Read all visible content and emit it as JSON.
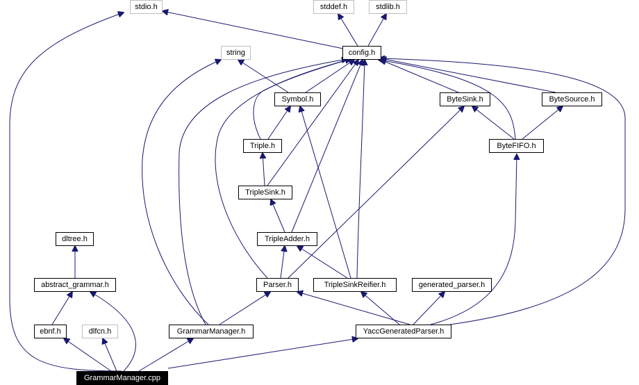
{
  "graph": {
    "edge_color": "#191970",
    "root_fill": "#000000",
    "external_border_color": "#bfbfbf",
    "nodes": {
      "stdio": "stdio.h",
      "stddef": "stddef.h",
      "stdlib": "stdlib.h",
      "string": "string",
      "config": "config.h",
      "symbol": "Symbol.h",
      "bytesink": "ByteSink.h",
      "bytesource": "ByteSource.h",
      "triple": "Triple.h",
      "bytefifo": "ByteFIFO.h",
      "triplesink": "TripleSink.h",
      "dltree": "dltree.h",
      "tripleadder": "TripleAdder.h",
      "abstract_grammar": "abstract_grammar.h",
      "parser": "Parser.h",
      "triplesinkreifier": "TripleSinkReifier.h",
      "generated_parser": "generated_parser.h",
      "ebnf": "ebnf.h",
      "dlfcn": "dlfcn.h",
      "grammarmanager_h": "GrammarManager.h",
      "yaccgeneratedparser": "YaccGeneratedParser.h",
      "grammarmanager_cpp": "GrammarManager.cpp"
    }
  }
}
